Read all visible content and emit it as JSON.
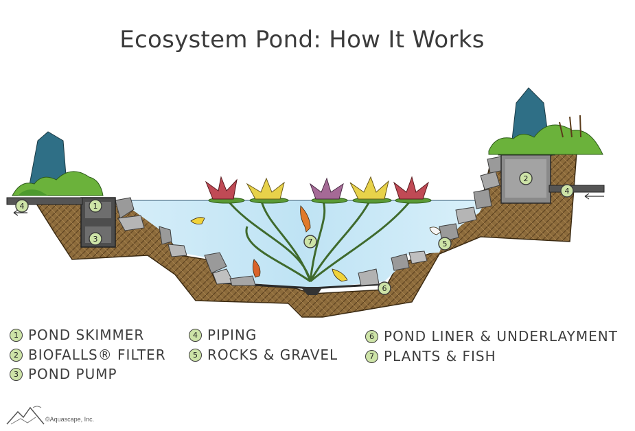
{
  "title": "Ecosystem Pond: How It Works",
  "callouts": {
    "skimmer": "1",
    "biofalls": "2",
    "pump": "3",
    "piping_left": "4",
    "piping_right": "4",
    "rocks": "5",
    "liner": "6",
    "plants": "7"
  },
  "legend": [
    {
      "number": "1",
      "label": "POND SKIMMER"
    },
    {
      "number": "2",
      "label": "BIOFALLS® FILTER"
    },
    {
      "number": "3",
      "label": "POND PUMP"
    },
    {
      "number": "4",
      "label": "PIPING"
    },
    {
      "number": "5",
      "label": "ROCKS & GRAVEL"
    },
    {
      "number": "6",
      "label": "POND LINER & UNDERLAYMENT"
    },
    {
      "number": "7",
      "label": "PLANTS & FISH"
    }
  ],
  "copyright": "©Aquascape, Inc.",
  "colors": {
    "water": "#c9e8f6",
    "soil": "#8a6a3a",
    "rock": "#9c9c9c",
    "plant_green": "#5fa23b",
    "callout_fill": "#cde3a7"
  }
}
